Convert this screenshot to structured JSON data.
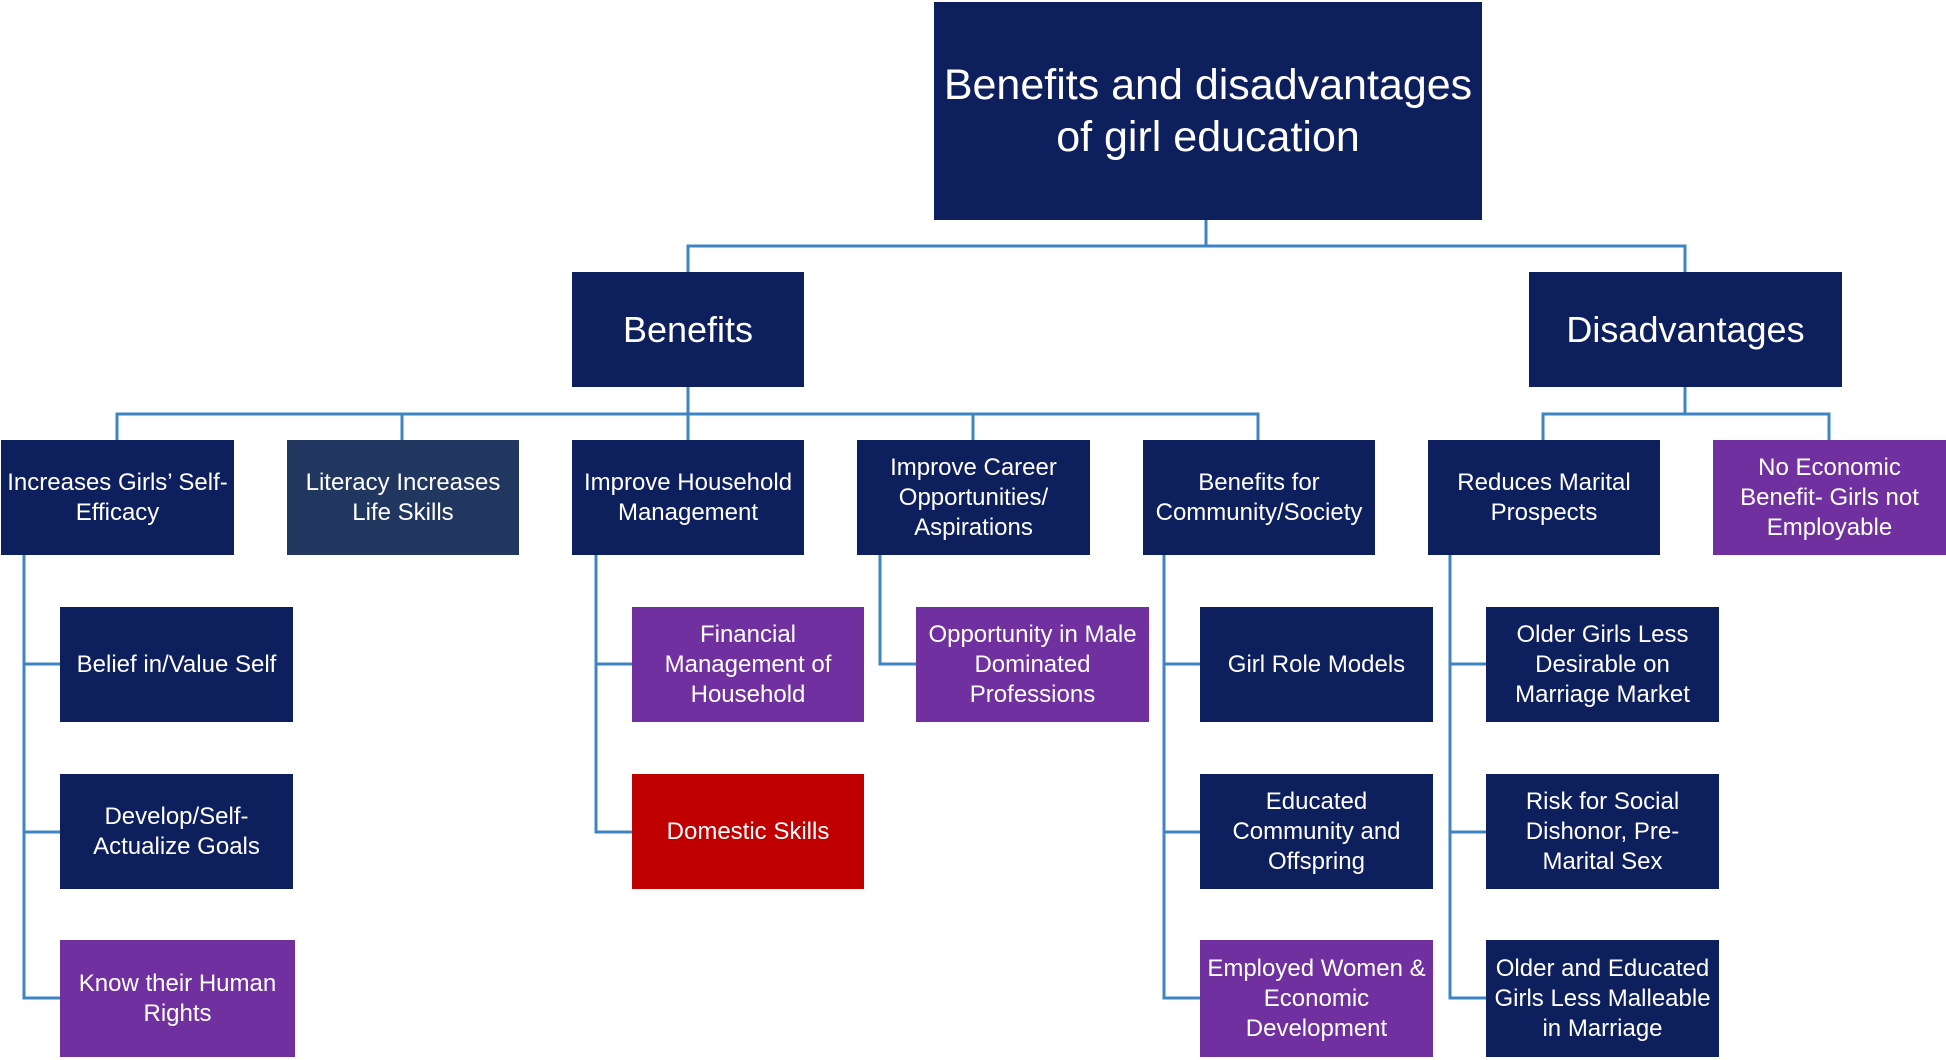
{
  "root": {
    "label": "Benefits and disadvantages\nof girl education"
  },
  "branches": [
    {
      "label": "Benefits",
      "categories": [
        {
          "label": "Increases Girls’ Self-\nEfficacy",
          "items": [
            "Belief in/Value Self",
            "Develop/Self-\nActualize Goals",
            "Know their Human\nRights"
          ]
        },
        {
          "label": "Literacy Increases\nLife Skills",
          "items": []
        },
        {
          "label": "Improve Household\nManagement",
          "items": [
            "Financial\nManagement of\nHousehold",
            "Domestic Skills"
          ]
        },
        {
          "label": "Improve Career\nOpportunities/\nAspirations",
          "items": [
            "Opportunity in Male\nDominated\nProfessions"
          ]
        },
        {
          "label": "Benefits for\nCommunity/Society",
          "items": [
            "Girl Role Models",
            "Educated\nCommunity and\nOffspring",
            "Employed Women &\nEconomic\nDevelopment"
          ]
        }
      ]
    },
    {
      "label": "Disadvantages",
      "categories": [
        {
          "label": "Reduces Marital\nProspects",
          "items": [
            "Older Girls Less\nDesirable on\nMarriage Market",
            "Risk for Social\nDishonor, Pre-\nMarital Sex",
            "Older and Educated\nGirls Less Malleable\nin Marriage"
          ]
        },
        {
          "label": "No Economic\nBenefit- Girls not\nEmployable",
          "items": []
        }
      ]
    }
  ],
  "colors": {
    "navy": "#0e1f5e",
    "slate": "#22375f",
    "purple": "#7030a0",
    "red": "#c00000",
    "connector": "#3f84c2"
  }
}
